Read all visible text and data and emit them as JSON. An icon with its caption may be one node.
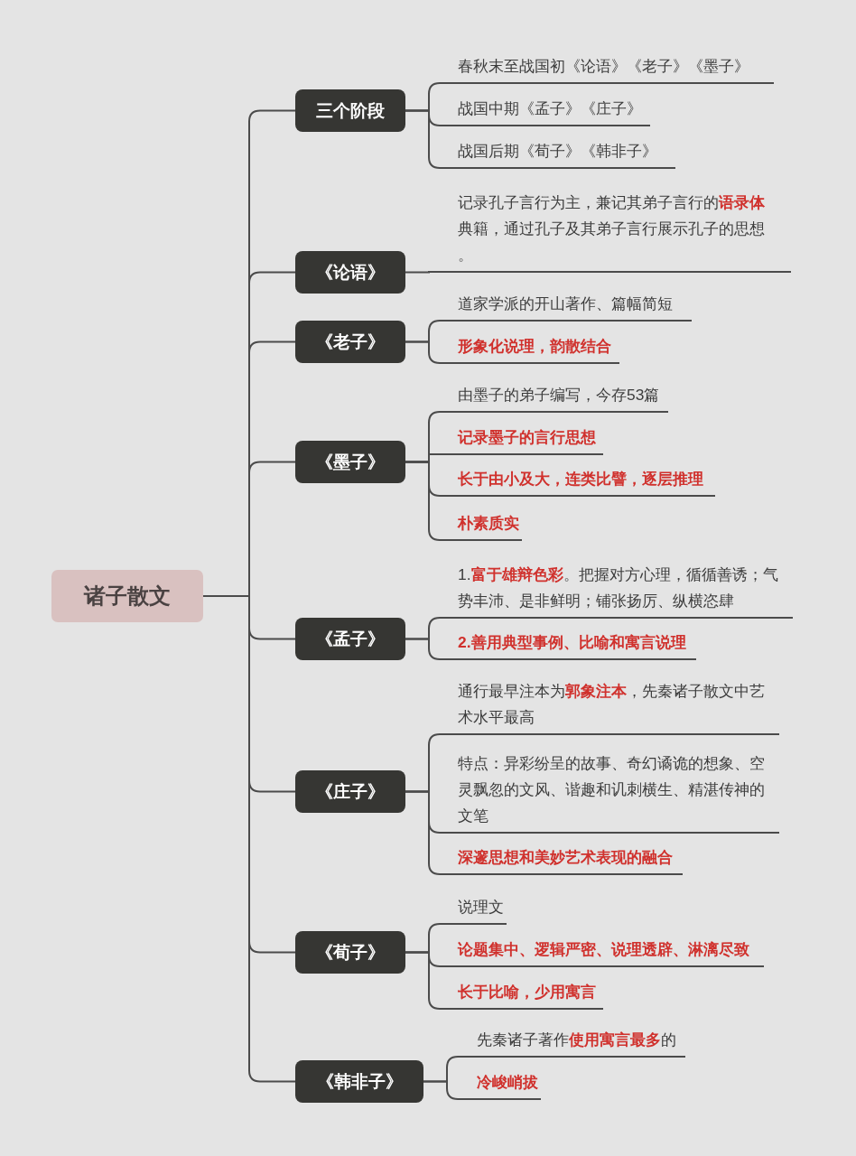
{
  "diagram": {
    "nodes": [
      {
        "text": [
          "诸子散文"
        ]
      },
      {
        "text": [
          "三个阶段"
        ]
      },
      {
        "text": [
          "春秋末至战国初《论语》《老子》《墨子》"
        ]
      },
      {
        "text": [
          "战国中期《孟子》《庄子》"
        ]
      },
      {
        "text": [
          "战国后期《荀子》《韩非子》"
        ]
      },
      {
        "text": [
          "《论语》"
        ]
      },
      {
        "text": [
          "记录孔子言行为主，兼记其弟子言行的**语录体**典籍，通过孔子及其弟子言行展示孔子的思想。"
        ]
      },
      {
        "text": [
          "《老子》"
        ]
      },
      {
        "text": [
          "道家学派的开山著作、篇幅简短"
        ]
      },
      {
        "text": [
          "形象化说理，韵散结合"
        ]
      },
      {
        "text": [
          "《墨子》"
        ]
      },
      {
        "text": [
          "由墨子的弟子编写，今存53篇"
        ]
      },
      {
        "text": [
          "记录墨子的言行思想"
        ]
      },
      {
        "text": [
          "长于由小及大，连类比譬，逐层推理"
        ]
      },
      {
        "text": [
          "朴素质实"
        ]
      },
      {
        "text": [
          "《孟子》"
        ]
      },
      {
        "text": [
          "1.**富于雄辩色彩**。把握对方心理，循循善诱；气势丰沛、是非鲜明；铺张扬厉、纵横恣肆"
        ]
      },
      {
        "text": [
          "2.善用典型事例、比喻和寓言说理"
        ]
      },
      {
        "text": [
          "《庄子》"
        ]
      },
      {
        "text": [
          "通行最早注本为**郭象注本**，先秦诸子散文中艺术水平最高"
        ]
      },
      {
        "text": [
          "特点：异彩纷呈的故事、奇幻谲诡的想象、空灵飘忽的文风、谐趣和讥刺横生、精湛传神的文笔"
        ]
      },
      {
        "text": [
          "深邃思想和美妙艺术表现的融合"
        ]
      },
      {
        "text": [
          "《荀子》"
        ]
      },
      {
        "text": [
          "说理文"
        ]
      },
      {
        "text": [
          "论题集中、逻辑严密、说理透辟、淋漓尽致"
        ]
      },
      {
        "text": [
          "长于比喻，少用寓言"
        ]
      },
      {
        "text": [
          "《韩非子》"
        ]
      },
      {
        "text": [
          "先秦诸子著作**使用寓言最多**的"
        ]
      },
      {
        "text": [
          "冷峻峭拔"
        ]
      }
    ],
    "edges": [
      {
        "from": 0,
        "to": 1,
        "arrow": "none"
      },
      {
        "from": 0,
        "to": 5,
        "arrow": "none"
      },
      {
        "from": 0,
        "to": 7,
        "arrow": "none"
      },
      {
        "from": 0,
        "to": 10,
        "arrow": "none"
      },
      {
        "from": 0,
        "to": 15,
        "arrow": "none"
      },
      {
        "from": 0,
        "to": 18,
        "arrow": "none"
      },
      {
        "from": 0,
        "to": 22,
        "arrow": "none"
      },
      {
        "from": 0,
        "to": 26,
        "arrow": "none"
      },
      {
        "from": 1,
        "to": 2,
        "arrow": "none"
      },
      {
        "from": 1,
        "to": 3,
        "arrow": "none"
      },
      {
        "from": 1,
        "to": 4,
        "arrow": "none"
      },
      {
        "from": 5,
        "to": 6,
        "arrow": "none"
      },
      {
        "from": 7,
        "to": 8,
        "arrow": "none"
      },
      {
        "from": 7,
        "to": 9,
        "arrow": "none"
      },
      {
        "from": 10,
        "to": 11,
        "arrow": "none"
      },
      {
        "from": 10,
        "to": 12,
        "arrow": "none"
      },
      {
        "from": 10,
        "to": 13,
        "arrow": "none"
      },
      {
        "from": 10,
        "to": 14,
        "arrow": "none"
      },
      {
        "from": 15,
        "to": 16,
        "arrow": "none"
      },
      {
        "from": 15,
        "to": 17,
        "arrow": "none"
      },
      {
        "from": 18,
        "to": 19,
        "arrow": "none"
      },
      {
        "from": 18,
        "to": 20,
        "arrow": "none"
      },
      {
        "from": 18,
        "to": 21,
        "arrow": "none"
      },
      {
        "from": 22,
        "to": 23,
        "arrow": "none"
      },
      {
        "from": 22,
        "to": 24,
        "arrow": "none"
      },
      {
        "from": 22,
        "to": 25,
        "arrow": "none"
      },
      {
        "from": 26,
        "to": 27,
        "arrow": "none"
      },
      {
        "from": 26,
        "to": 28,
        "arrow": "none"
      }
    ]
  }
}
